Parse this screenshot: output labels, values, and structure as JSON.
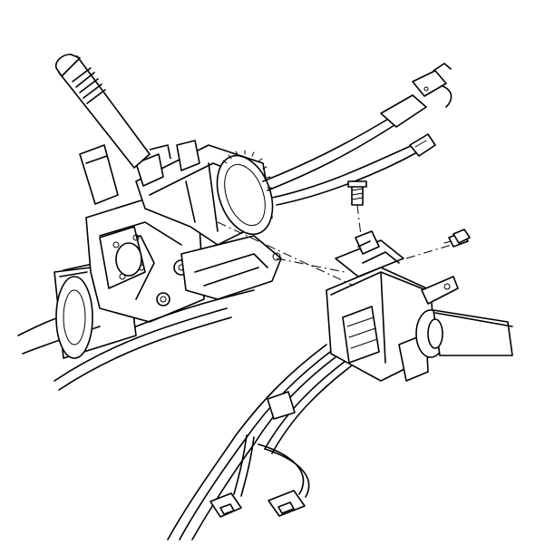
{
  "diagram": {
    "background_color": "#ffffff",
    "line_color": "#000000",
    "components": [
      {
        "name": "steering-column-assembly"
      },
      {
        "name": "turn-signal-lever"
      },
      {
        "name": "ignition-switch"
      },
      {
        "name": "switch-mounting-stud"
      },
      {
        "name": "switch-mounting-screw"
      },
      {
        "name": "wiring-harness"
      },
      {
        "name": "harness-connector-left"
      },
      {
        "name": "harness-connector-right"
      },
      {
        "name": "pigtail-connector-top"
      },
      {
        "name": "pigtail-connector-small"
      },
      {
        "name": "shift-lever-stub"
      }
    ]
  }
}
